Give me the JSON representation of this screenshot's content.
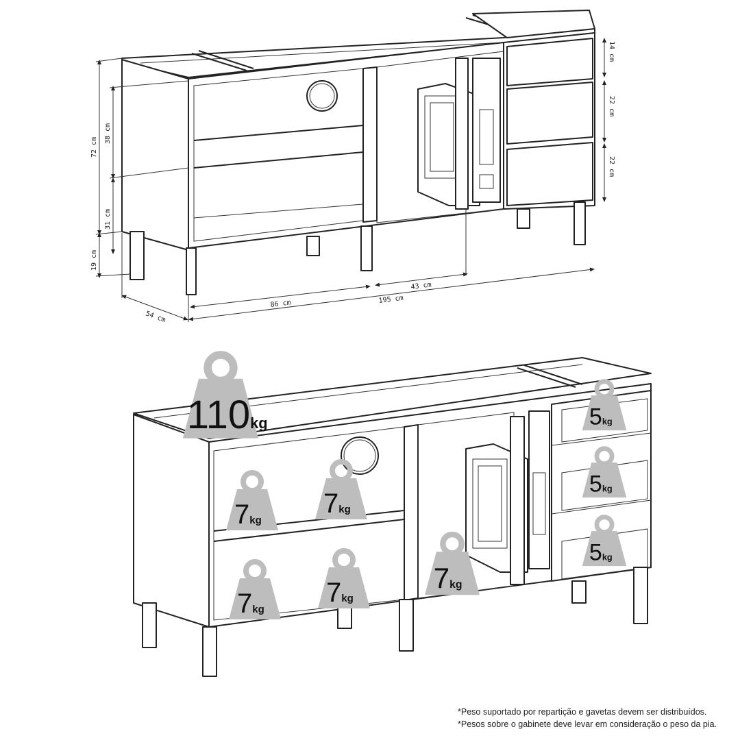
{
  "dimensions": {
    "total_height": "72 cm",
    "upper_opening": "38 cm",
    "lower_opening": "31 cm",
    "leg_height": "19 cm",
    "drawer_top": "14 cm",
    "drawer_middle": "22 cm",
    "drawer_bottom": "22 cm",
    "left_width": "86 cm",
    "middle_width": "43 cm",
    "total_width": "195 cm",
    "depth": "54 cm"
  },
  "weights": {
    "unit": "kg",
    "top": "110",
    "left_upper_shelf_1": "7",
    "left_upper_shelf_2": "7",
    "left_lower_shelf_1": "7",
    "left_lower_shelf_2": "7",
    "middle_compartment": "7",
    "drawer_1": "5",
    "drawer_2": "5",
    "drawer_3": "5"
  },
  "colors": {
    "weight_icon": "#bdbdbd",
    "line": "#222222"
  },
  "notes": [
    "*Peso suportado por repartição e gavetas devem ser distribuídos.",
    "*Pesos sobre o gabinete deve levar em consideração o peso da pia."
  ]
}
